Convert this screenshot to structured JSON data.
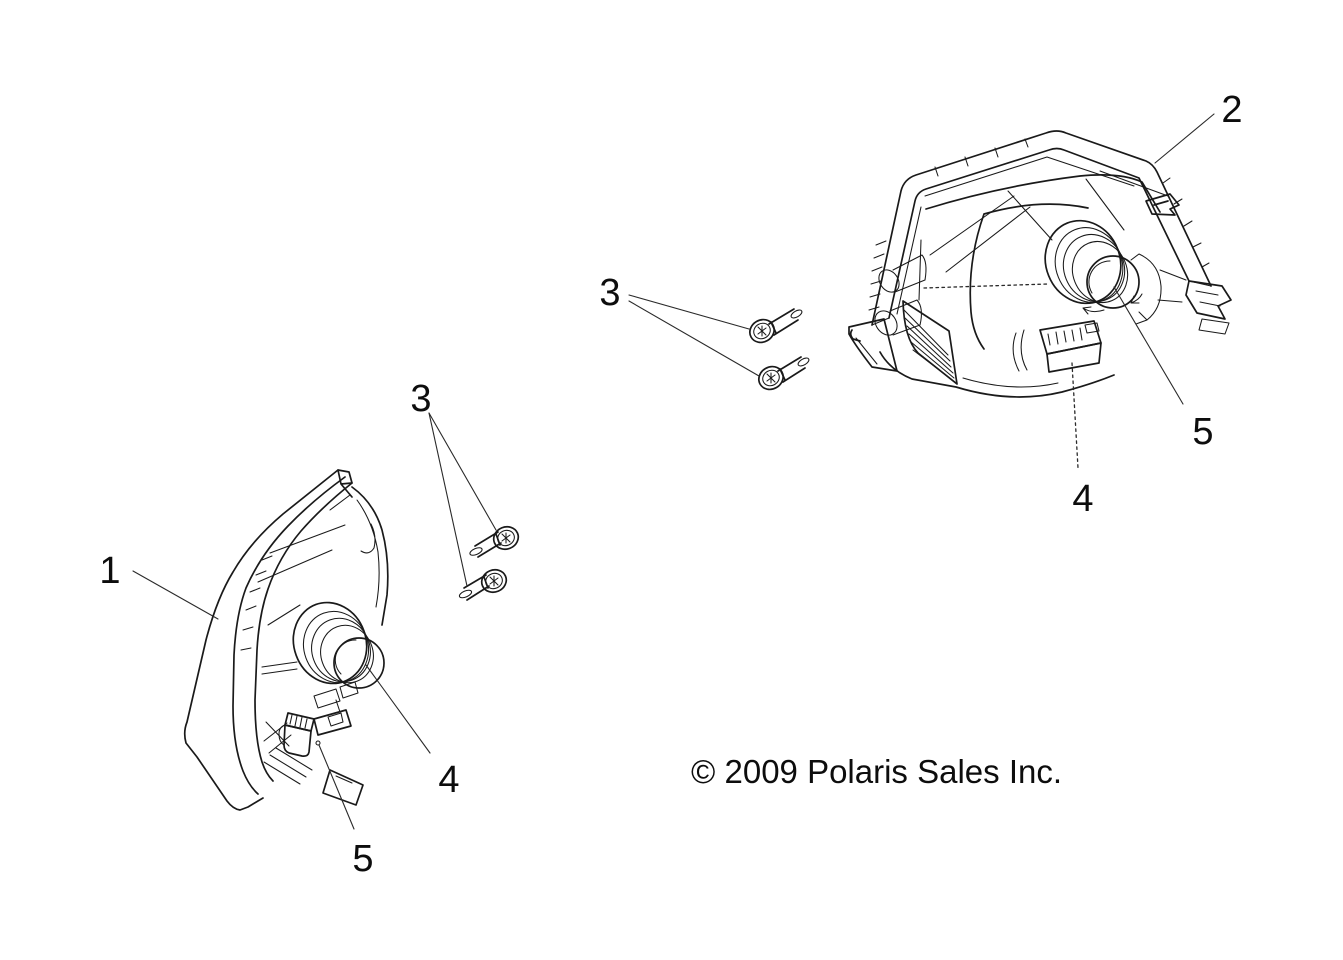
{
  "diagram": {
    "copyright": "© 2009 Polaris Sales Inc.",
    "callouts": {
      "c1": "1",
      "c2": "2",
      "c3_left": "3",
      "c3_right": "3",
      "c4_left": "4",
      "c4_right": "4",
      "c5_left": "5",
      "c5_right": "5"
    },
    "colors": {
      "background": "#ffffff",
      "line": "#1a1a1a",
      "text": "#0d0d0d"
    }
  }
}
